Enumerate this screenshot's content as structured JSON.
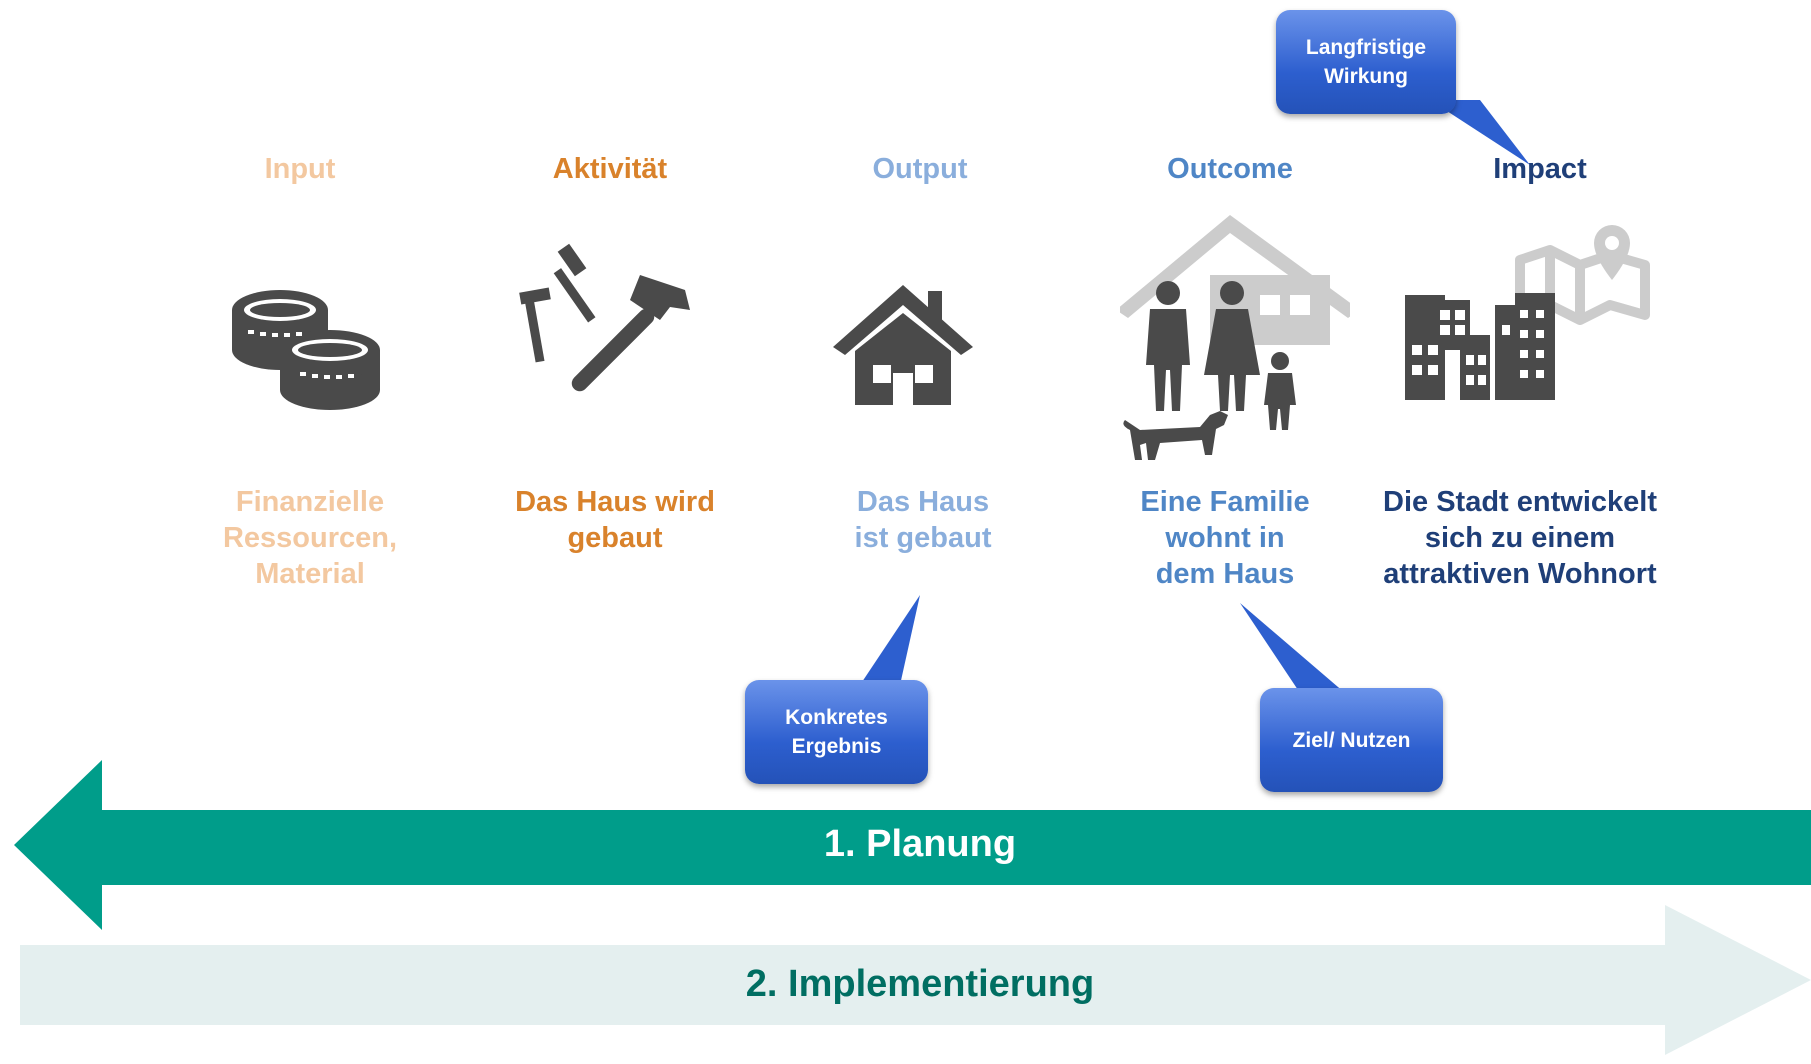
{
  "stages": [
    {
      "title": "Input",
      "desc": [
        "Finanzielle",
        "Ressourcen,",
        "Material"
      ],
      "color": "#f3c8a0",
      "icon": "coins-icon"
    },
    {
      "title": "Aktivität",
      "desc": [
        "Das Haus wird",
        "gebaut"
      ],
      "color": "#d9822b",
      "icon": "tools-icon"
    },
    {
      "title": "Output",
      "desc": [
        "Das Haus",
        "ist gebaut"
      ],
      "color": "#8aaedc",
      "icon": "house-icon"
    },
    {
      "title": "Outcome",
      "desc": [
        "Eine Familie",
        "wohnt in",
        "dem Haus"
      ],
      "color": "#4f86c6",
      "icon": "family-icon"
    },
    {
      "title": "Impact",
      "desc": [
        "Die Stadt entwickelt",
        "sich zu einem",
        "attraktiven Wohnort"
      ],
      "color": "#1f3f78",
      "icon": "city-icon"
    }
  ],
  "callouts": {
    "impact": [
      "Langfristige",
      "Wirkung"
    ],
    "output": [
      "Konkretes",
      "Ergebnis"
    ],
    "outcome": [
      "Ziel/ Nutzen"
    ]
  },
  "arrows": {
    "planning": {
      "label": "1. Planung",
      "color": "#009d8a",
      "text_color": "#ffffff"
    },
    "implementation": {
      "label": "2. Implementierung",
      "color": "#e4efef",
      "text_color": "#006e62"
    }
  },
  "colors": {
    "icon_dark": "#4a4a4a",
    "icon_light": "#cccccc",
    "callout_blue": "#2d5fcf"
  }
}
